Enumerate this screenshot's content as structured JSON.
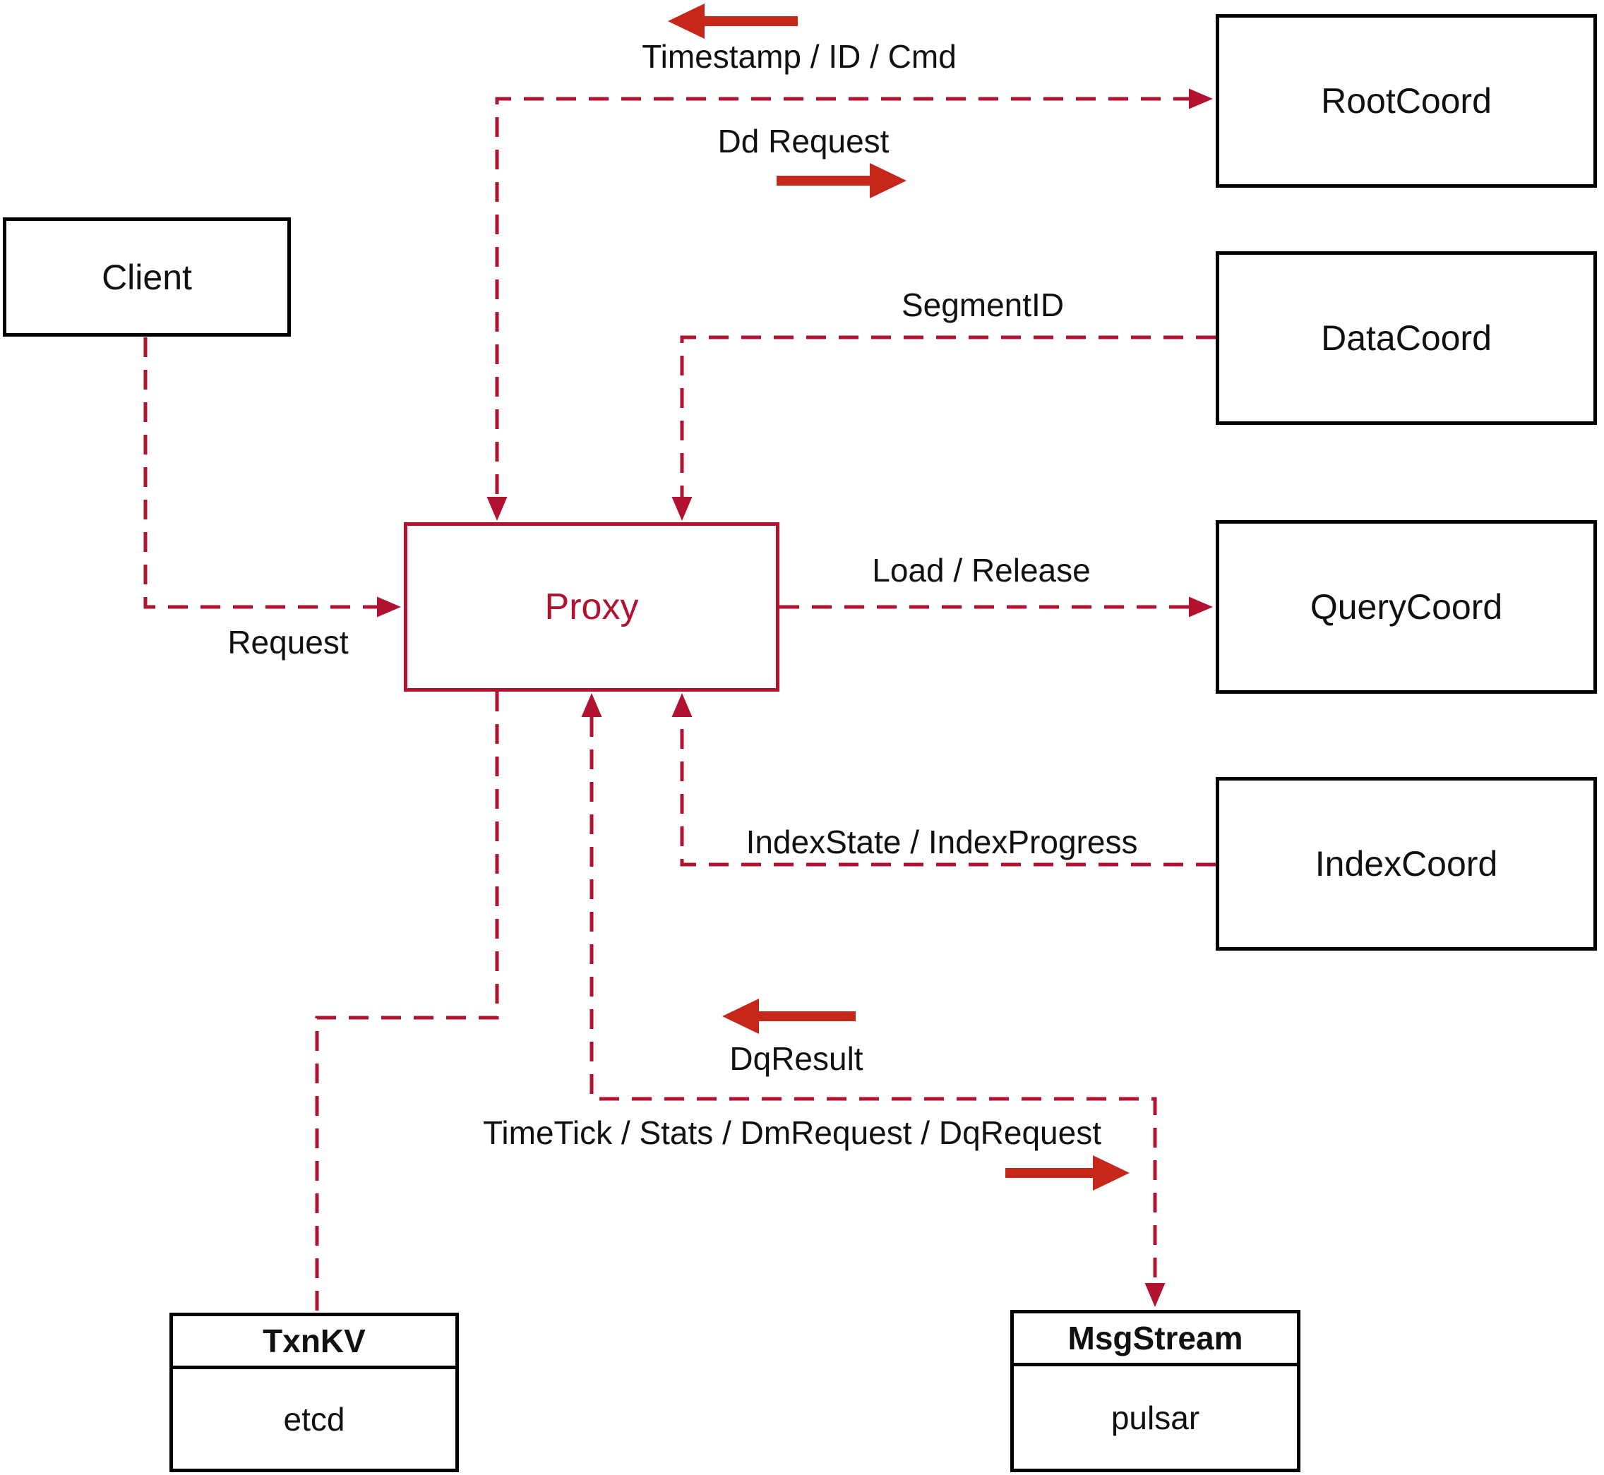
{
  "nodes": {
    "client": {
      "label": "Client"
    },
    "rootcoord": {
      "label": "RootCoord"
    },
    "datacoord": {
      "label": "DataCoord"
    },
    "querycoord": {
      "label": "QueryCoord"
    },
    "indexcoord": {
      "label": "IndexCoord"
    },
    "proxy": {
      "label": "Proxy"
    },
    "txnkv": {
      "title": "TxnKV",
      "subtitle": "etcd"
    },
    "msgstream": {
      "title": "MsgStream",
      "subtitle": "pulsar"
    }
  },
  "edge_labels": {
    "timestamp": "Timestamp / ID / Cmd",
    "dd_request": "Dd Request",
    "segment_id": "SegmentID",
    "load_release": "Load / Release",
    "request": "Request",
    "index_state": "IndexState / IndexProgress",
    "dq_result": "DqResult",
    "timetick": "TimeTick / Stats / DmRequest / DqRequest"
  },
  "colors": {
    "line-red": "#b1122f",
    "arrow-red": "#c5271b",
    "box-border": "#000000",
    "text": "#111111",
    "background": "#ffffff"
  }
}
